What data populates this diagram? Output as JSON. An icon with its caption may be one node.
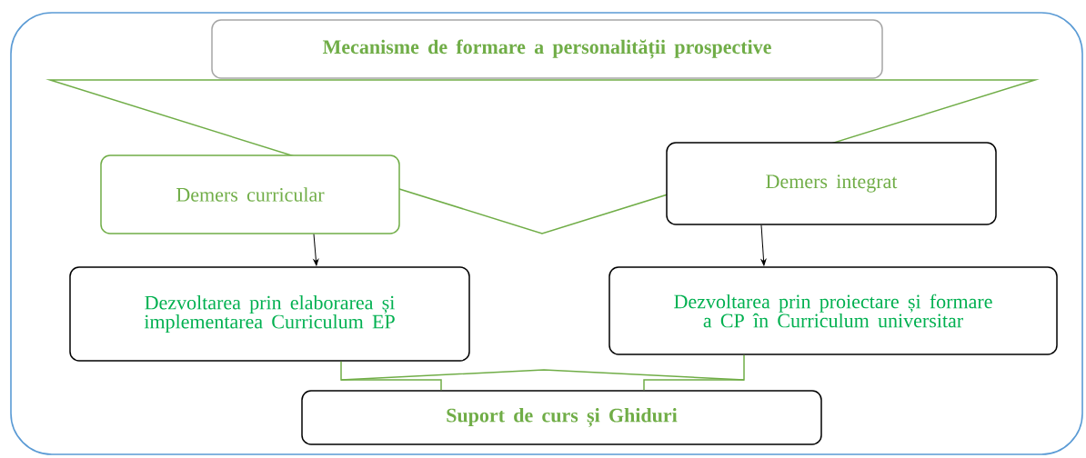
{
  "diagram": {
    "nodes": [
      {
        "text": [],
        "shape": "box"
      },
      {
        "text": [
          "Mecanisme de formare a personalității prospective"
        ],
        "in": 0
      },
      {
        "text": [
          "Demers curricular"
        ],
        "in": 0
      },
      {
        "text": [
          "Demers integrat"
        ],
        "in": 0
      },
      {
        "text": [
          "Dezvoltarea prin elaborarea și implementarea Curriculum EP"
        ],
        "in": 0
      },
      {
        "text": [
          "Dezvoltarea prin proiectare și formare a CP în Curriculum universitar"
        ],
        "in": 0
      },
      {
        "text": [
          "Suport de curs și Ghiduri"
        ],
        "in": 0
      }
    ],
    "edges": [
      {
        "from": 2,
        "to": 4,
        "arrow": "to"
      },
      {
        "from": 3,
        "to": 5,
        "arrow": "to"
      },
      {
        "from": 4,
        "to": 6,
        "arrow": "none",
        "color": "#70ad47"
      },
      {
        "from": 5,
        "to": 6,
        "arrow": "none",
        "color": "#70ad47"
      }
    ]
  }
}
